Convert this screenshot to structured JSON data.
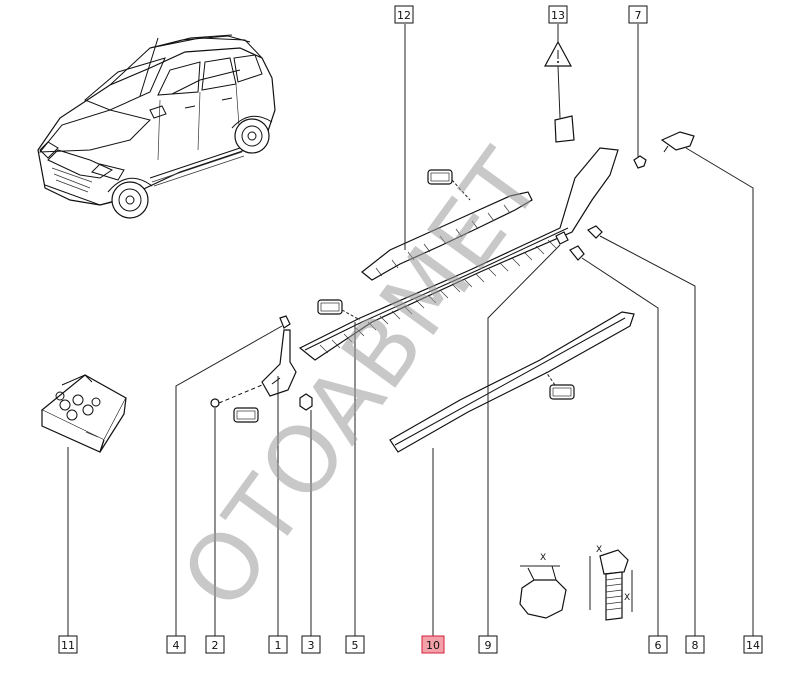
{
  "diagram": {
    "callouts": [
      {
        "id": "c1",
        "label": "1"
      },
      {
        "id": "c2",
        "label": "2"
      },
      {
        "id": "c3",
        "label": "3"
      },
      {
        "id": "c4",
        "label": "4"
      },
      {
        "id": "c5",
        "label": "5"
      },
      {
        "id": "c6",
        "label": "6"
      },
      {
        "id": "c7",
        "label": "7"
      },
      {
        "id": "c8",
        "label": "8"
      },
      {
        "id": "c9",
        "label": "9"
      },
      {
        "id": "c10",
        "label": "10",
        "highlighted": true
      },
      {
        "id": "c11",
        "label": "11"
      },
      {
        "id": "c12",
        "label": "12"
      },
      {
        "id": "c13",
        "label": "13"
      },
      {
        "id": "c14",
        "label": "14"
      }
    ],
    "dimension_marks": [
      "X",
      "X",
      "X"
    ],
    "watermark": "ОТОАВМЕТ",
    "colors": {
      "line": "#111111",
      "highlight_fill": "#f4a0a8",
      "highlight_stroke": "#d0203a",
      "watermark": "#9a9a9a"
    }
  }
}
